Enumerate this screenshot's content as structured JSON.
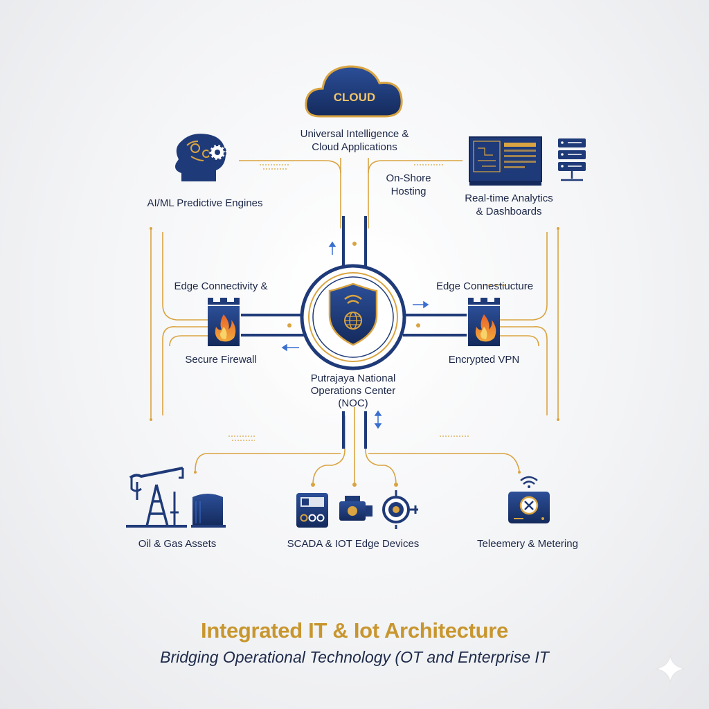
{
  "colors": {
    "navy": "#1f3a78",
    "navy_dark": "#142a5c",
    "gold": "#d9a441",
    "blue_arrow": "#3b6fd0",
    "text": "#1c2747",
    "title": "#c8962e"
  },
  "nodes": {
    "cloud": {
      "badge": "CLOUD",
      "label_lines": [
        "Universal Intelligence &",
        "Cloud Applications"
      ]
    },
    "onshore": {
      "label_lines": [
        "On-Shore",
        "Hosting"
      ]
    },
    "ai": {
      "label": "AI/ML Predictive Engines"
    },
    "analytics": {
      "label_lines": [
        "Real-time Analytics",
        "& Dashboards"
      ]
    },
    "firewall": {
      "top_label": "Edge Connectivity &",
      "bottom_label": "Secure Firewall"
    },
    "vpn": {
      "top_label": "Edge Connestiucture",
      "bottom_label": "Encrypted VPN"
    },
    "noc": {
      "label_lines": [
        "Putrajaya National",
        "Operations Center",
        "(NOC)"
      ]
    },
    "oil": {
      "label": "Oil & Gas Assets"
    },
    "scada": {
      "label": "SCADA & IOT Edge Devices"
    },
    "telemetry": {
      "label": "Teleemery & Metering"
    }
  },
  "footer": {
    "title": "Integrated IT & Iot Architecture",
    "subtitle": "Bridging Operational Technology (OT and Enterprise IT"
  },
  "icons": [
    "cloud-icon",
    "ai-brain-gear-icon",
    "dashboard-monitor-icon",
    "server-rack-icon",
    "firewall-tower-icon",
    "vpn-tower-icon",
    "shield-wifi-globe-icon",
    "oil-pump-jack-icon",
    "scada-device-icon",
    "sensor-meter-icon",
    "telemetry-meter-icon",
    "sparkle-icon"
  ]
}
